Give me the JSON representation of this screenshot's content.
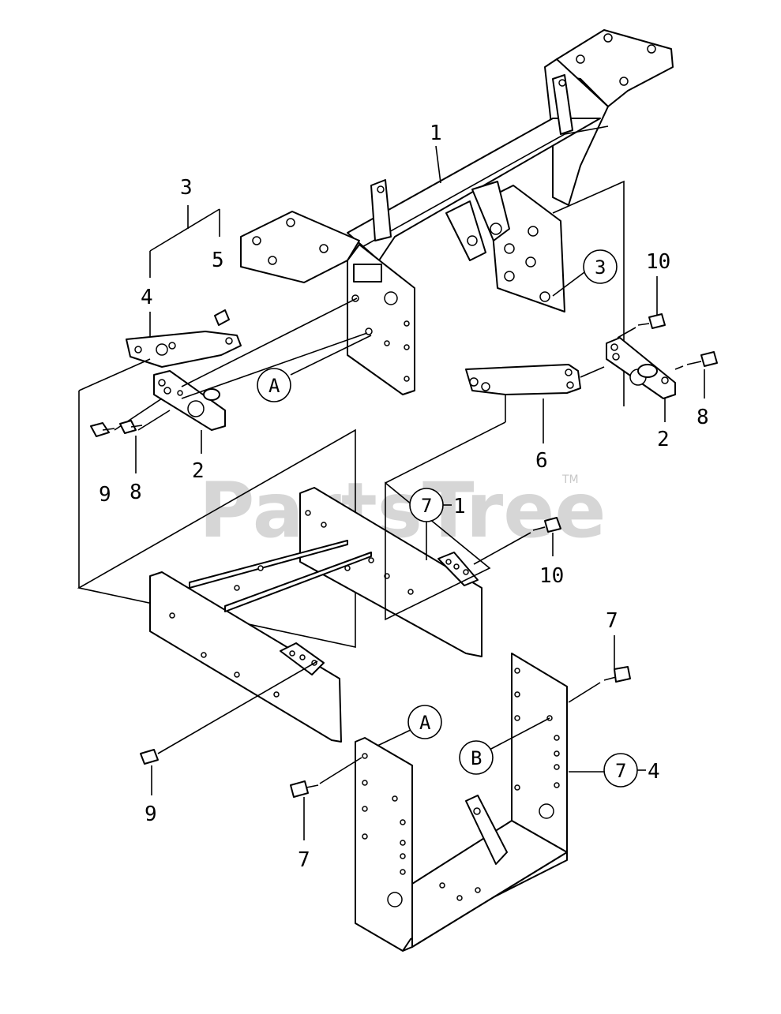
{
  "watermark": {
    "text": "PartsTree",
    "trademark": "TM"
  },
  "callouts": {
    "c1": "1",
    "c3_top": "3",
    "c5": "5",
    "c4": "4",
    "c2_left": "2",
    "c9_left": "9",
    "c8_left": "8",
    "cA_mid": "A",
    "c3_circle": "3",
    "c10_top": "10",
    "c8_right": "8",
    "c2_right": "2",
    "c6": "6",
    "c7_circle_a": "7",
    "c7_suffix_1": "1",
    "c10_mid": "10",
    "c7_right": "7",
    "cA_lower": "A",
    "cB": "B",
    "c7_circle_b": "7",
    "c7_suffix_4": "4",
    "c9_lower": "9",
    "c7_lower": "7"
  }
}
